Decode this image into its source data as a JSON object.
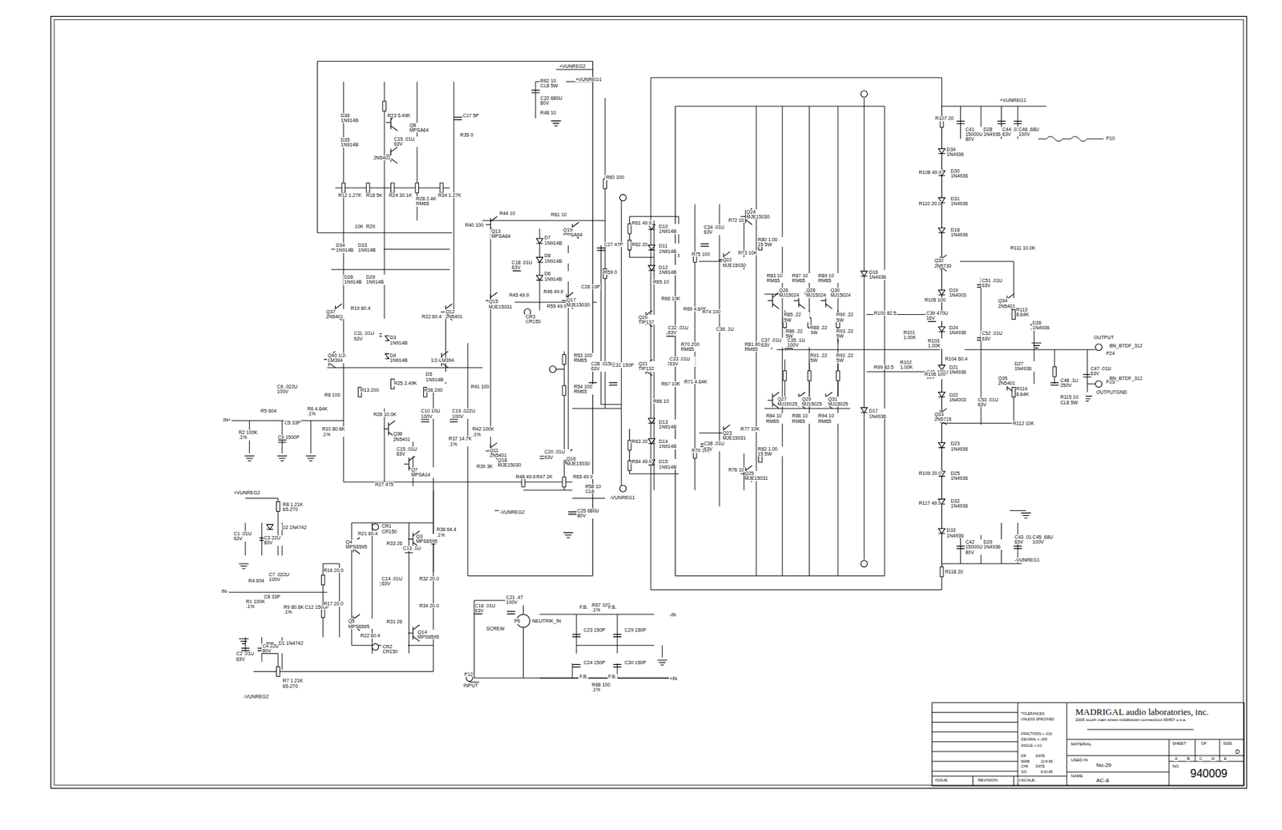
{
  "diagram": {
    "nodes": [
      {
        "text": [
          "MADRIGAL audio laboratories, inc.",
          "2005 south main street middletown connecticut 06457 u.s.a."
        ]
      }
    ],
    "labels": [
      "+VUNREG2",
      "+VUNREG1",
      "R62 10 CL8 5W",
      "C22 680U 80V",
      "R48 10",
      "D36 1N914B",
      "D35 1N914B",
      "R23 5.49K",
      "Q8 MPSA64",
      "C15 .01U 63V",
      "2N5401",
      "C17 5P",
      "R35 0",
      "R12 1.27K",
      "R18 5K",
      "R24 30.1K",
      "R28 2.4K RM65",
      "R34 1.27K",
      "10K",
      "R29",
      "R40 100",
      "D34 1N914B",
      "D33 1N914B",
      "D28 1N914B",
      "D29 1N914B",
      "Q37 2N5401",
      "R19 60.4",
      "R22 60.4",
      "Q12 2N5401",
      "C11 .01U 63V",
      "D3 1N914B",
      "D4 1N914B",
      "Q40 1/2-LM394",
      "1/2-LM394",
      "D5 1N914B",
      "R13 200",
      "R25 2.49K",
      "R36 200",
      "R41 100",
      "C6 .022U 100V",
      "R8 100",
      "R5 604",
      "R6 4.64K .1%",
      "C5 33P",
      "C9 1500P",
      "R2 100K .1%",
      "R10 80.6K .1%",
      "IN+",
      "R26 10.0K",
      "Q36 2N5401",
      "C15 .01U 63V",
      "Q7 MPSA14",
      "R27 475",
      "C10 10U 100V",
      "C19 .022U 100V",
      "R37 14.7K .1%",
      "R42 100K .1%",
      "R44 10",
      "Q13 MPSA64",
      "R61 10",
      "Q19 MPSA64",
      "D7 1N914B",
      "C18 .01U 63V",
      "D8 1N914B",
      "D6 1N914B",
      "R46 49.9",
      "Q15 MJE15031",
      "R45 49.9",
      "R55 49.9",
      "CR3 CR150",
      "Q17 MJE15030",
      "C26 10P",
      "C27 47P",
      "R60 100",
      "R59 0",
      "R53 100 RM65",
      "C28 .015U 63V",
      "C31 150P",
      "R54 100 RM65",
      "Q11 2N5401",
      "R39 3K",
      "Q18 MJE15030",
      "R48 49.9",
      "C20 .01U 63V",
      "Q16 MJE15030",
      "R47 2K",
      "R65 49.9",
      "R58 10 CL8",
      "-VUNREG1",
      "C25 680U 80V",
      "-VUNREG2",
      "+VUNREG2",
      "R8 1.21K 65-270",
      "D2 1N4742",
      "C1 .01U 63V",
      "C3 22U 80V",
      "IN-",
      "R4 604",
      "R1 100K .1%",
      "C7 .022U 100V",
      "C8 33P",
      "R9 80.6K .1%",
      "C12 1500P",
      "R16 20.0",
      "R17 20.0",
      "Q4 MPS6595",
      "R21 60.4",
      "CR1 CR150",
      "R33 26",
      "C13 .1U",
      "Q3 MPS6595",
      "R38 64.4 .1%",
      "C14 .01U 63V",
      "R32 20.0",
      "Q5 MPS6595",
      "R31 26",
      "R22 60.4",
      "CR2 CR150",
      "R34 20.0",
      "Q14 MPS6595",
      "C2 .01U 63V",
      "C4 22U 80V",
      "D1 1N4742",
      "R7 1.21K 65-270",
      "-VUNREG2",
      "C16 .01U 63V",
      "C21 .47 100V",
      "P6",
      "NEUTRIK_IN",
      "SCREW",
      "F.B.",
      "R67 100 .1%",
      "F.B.",
      "-IN",
      "C23 150P",
      "C29 150P",
      "C24 150P",
      "C30 150P",
      "F.B.",
      "F.B.",
      "R68 100 .1%",
      "+IN",
      "P12",
      "INPUT",
      "R61 49.9",
      "D10 1N914B",
      "R62 20",
      "D11 1N914B",
      "D12 1N914B",
      "R65 10",
      "R66 10K",
      "R69 4.64K",
      "Q20 TIP137",
      "C32 .01U 63V",
      "R70 200 RM65",
      "C33 .01U 63V",
      "Q21 TIP132",
      "R67 10K",
      "R71 4.64K",
      "R66 10",
      "D13 1N914B",
      "R63 20",
      "D14 1N914B",
      "R64 49.9",
      "D15 1N914B",
      "R75 100",
      "C34 .01U 63V",
      "R72 10",
      "Q24 MJE15030",
      "R73 10K",
      "Q22 MJE15030",
      "R80 1.00 15 5W",
      "R74 100",
      "C36 .1U",
      "R81 80.6 RM65",
      "C37 .01U 63V",
      "C35 .1U 100V",
      "Q23 MJE15031",
      "R77 10K",
      "R79 100",
      "C38 .01U 63V",
      "R76 10",
      "Q25 MJE15031",
      "R82 1.00 15 5W",
      "R83 10 RM65",
      "R87 10 RM65",
      "R89 10 RM65",
      "Q26 MJ15024",
      "Q28 MJ15024",
      "Q30 MJ15024",
      "R85 .22 5W",
      "R88 .22 5W",
      "R90 .22 5W",
      "R86 .22 5W",
      "R93 .22 5W",
      "R91 .22 5W",
      "R92 .22 5W",
      "Q27 MJ15025",
      "Q29 MJ15025",
      "Q31 MJ15025",
      "R84 10 RM65",
      "R86 10 RM65",
      "R94 10 RM65",
      "D16 1N4936",
      "D17 1N4936",
      "R100 82.5",
      "R99 82.5",
      "R101 1.00K",
      "C39 470U 16V",
      "R103 1.00K",
      "R102 1.00K",
      "C40 470U 16V",
      "R104 60.4",
      "R105 100",
      "R106 100",
      "+VUNREG1",
      "R107 20",
      "C41 15000U 80V",
      "D28 1N4936",
      "C44 .01U 63V",
      "C46 .68U 100V",
      "P10",
      "D34 1N4936",
      "R108 49.9",
      "D30 1N4936",
      "R110 20.0",
      "D31 1N4936",
      "D18 1N4936",
      "Q32 2N5730",
      "R111 10.0K",
      "C51 .01U 63V",
      "D19 1N4003",
      "Q34 2N5401",
      "R113 8.64K",
      "D24 1N4936",
      "C52 .01U 63V",
      "D26 1N4936",
      "OUTPUT",
      "BN_BTDF_312",
      "P24",
      "D27 1N4936",
      "D21 1N4936",
      "C48 .1U 250V",
      "R115 10 CL8 5W",
      "C47 .01U 63V",
      "P25",
      "BN_BTDF_312",
      "OUTPUTGND",
      "Q35 2N5401",
      "R114 8.64K",
      "D22 1N4003",
      "C53 .01U 63V",
      "Q33 2N5715",
      "R112 10K",
      "D23 1N4936",
      "R109 20.0",
      "D25 1N4936",
      "R117 49.9",
      "D32 1N4936",
      "D33 1N4936",
      "C42 15000U 80V",
      "D29 1N4936",
      "C43 .01U 63V",
      "C45 .68U 100V",
      "-VUNREG1",
      "R118 20",
      "TOLERANCES",
      "UNLESS SPECIFIED",
      "FRACTIONS +-.010",
      "DECIMAL +-.005",
      "ANGLE +-1/2",
      "MATERIAL",
      "SHEET",
      "OF",
      "SIZE",
      "D",
      "A",
      "B",
      "C",
      "D",
      "E",
      "USED IN",
      "No-29",
      "DR",
      "MWB",
      "DATE",
      "10-8-89",
      "CHK",
      "SIX",
      "DATE",
      "8-20-89",
      "NAME",
      "AC-8",
      "NO.",
      "940009",
      "ISSUE",
      "REVISION",
      "DATE",
      "SCALE:"
    ]
  }
}
